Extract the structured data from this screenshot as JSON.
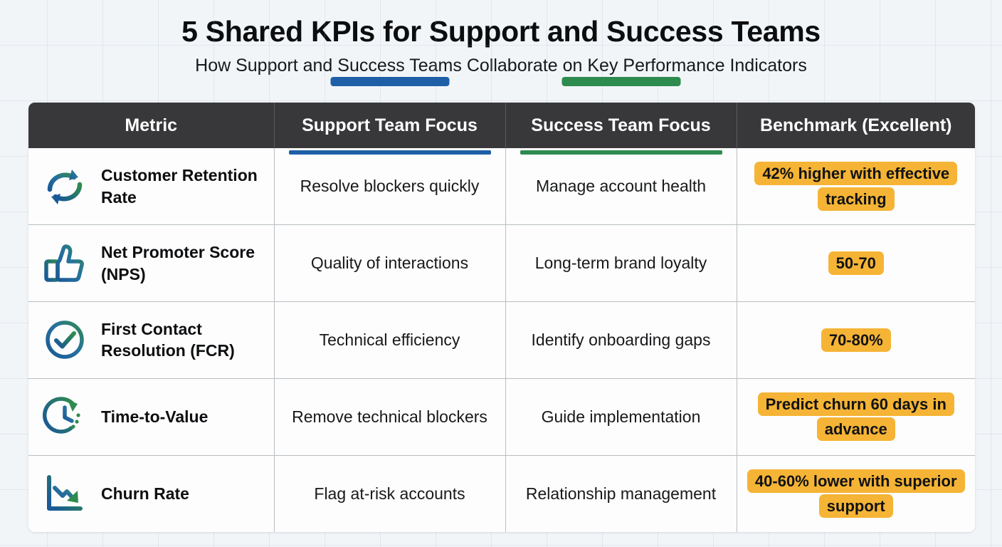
{
  "header": {
    "title": "5 Shared KPIs for Support and Success Teams",
    "subtitle": "How Support and Success Teams Collaborate on Key Performance Indicators"
  },
  "colors": {
    "support_accent": "#1f5fa8",
    "success_accent": "#2e8b4f",
    "header_bg": "#38383a",
    "badge_bg": "#f5b435",
    "icon_gradient_start": "#1b5a96",
    "icon_gradient_end": "#2f8b4f"
  },
  "table": {
    "columns": [
      {
        "key": "metric",
        "label": "Metric",
        "accent": null
      },
      {
        "key": "support",
        "label": "Support Team Focus",
        "accent": "#1f5fa8"
      },
      {
        "key": "success",
        "label": "Success Team Focus",
        "accent": "#2e8b4f"
      },
      {
        "key": "benchmark",
        "label": "Benchmark (Excellent)",
        "accent": null
      }
    ],
    "rows": [
      {
        "icon": "refresh-cycle-icon",
        "metric": "Customer Retention Rate",
        "support": "Resolve blockers quickly",
        "success": "Manage account health",
        "benchmark": "42% higher with effective tracking"
      },
      {
        "icon": "thumbs-up-icon",
        "metric": "Net Promoter Score (NPS)",
        "support": "Quality of interactions",
        "success": "Long-term brand loyalty",
        "benchmark": "50-70"
      },
      {
        "icon": "check-circle-icon",
        "metric": "First Contact Resolution (FCR)",
        "support": "Technical efficiency",
        "success": "Identify onboarding gaps",
        "benchmark": "70-80%"
      },
      {
        "icon": "clock-arrow-icon",
        "metric": "Time-to-Value",
        "support": "Remove technical blockers",
        "success": "Guide implementation",
        "benchmark": "Predict churn 60 days in advance"
      },
      {
        "icon": "declining-chart-icon",
        "metric": "Churn Rate",
        "support": "Flag at-risk accounts",
        "success": "Relationship management",
        "benchmark": "40-60% lower with superior support"
      }
    ]
  }
}
